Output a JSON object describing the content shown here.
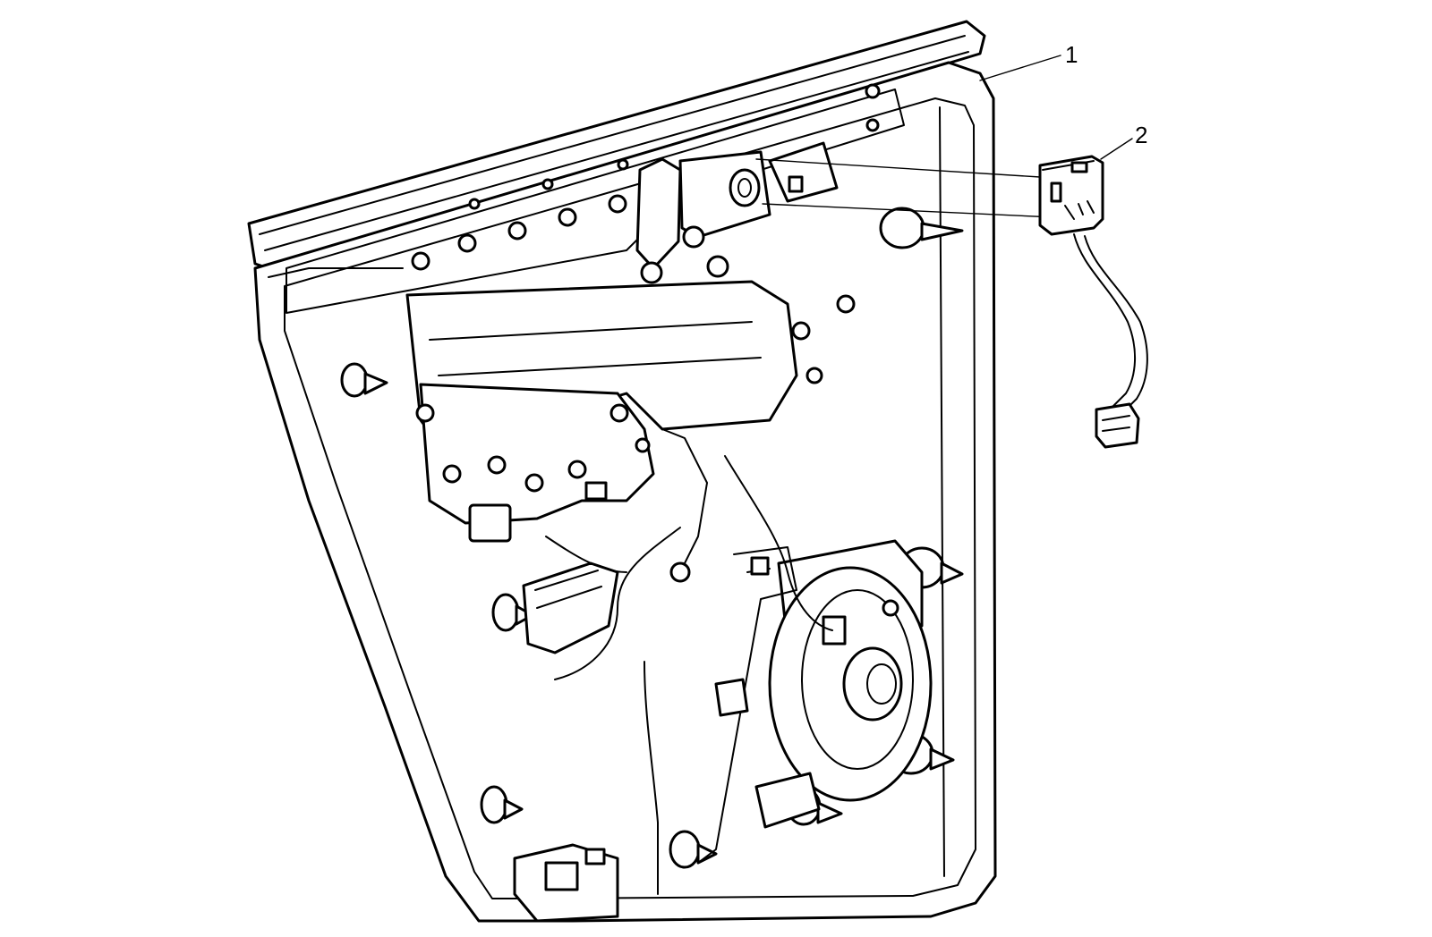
{
  "callouts": [
    {
      "id": 1,
      "label": "1",
      "part": "door-inner-panel"
    },
    {
      "id": 2,
      "label": "2",
      "part": "module-with-wiring-harness"
    }
  ],
  "colors": {
    "line": "#000000",
    "fill": "#ffffff"
  }
}
